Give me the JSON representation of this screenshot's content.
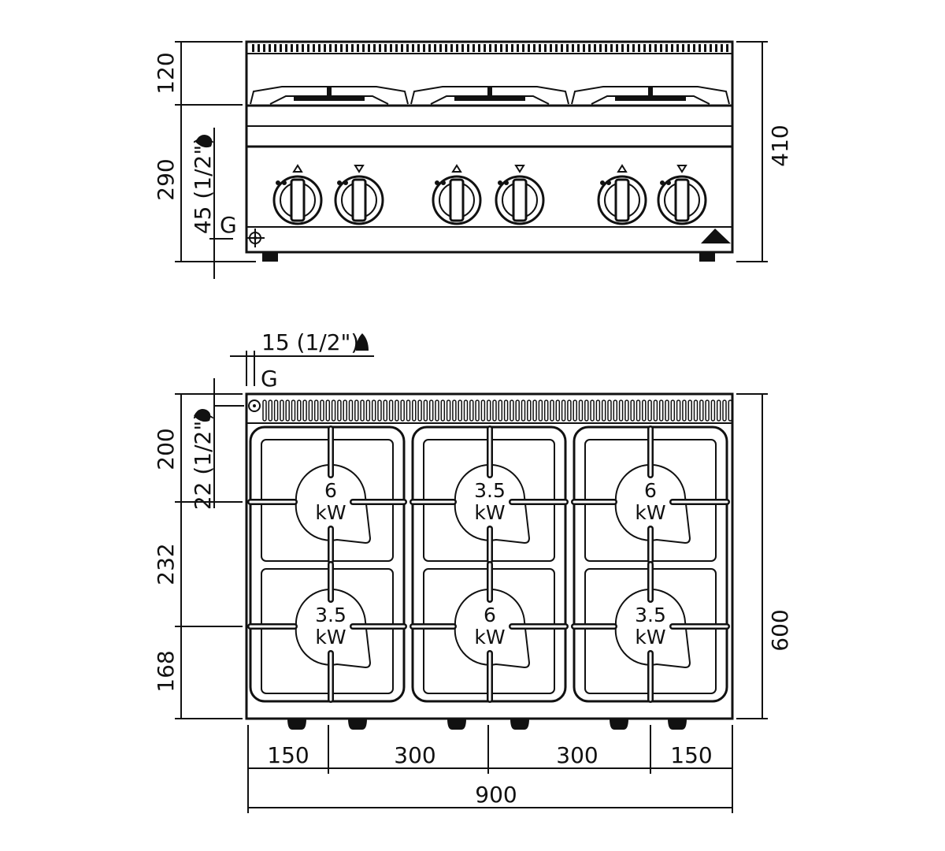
{
  "front_view": {
    "dims_left": {
      "top": "120",
      "bottom": "290"
    },
    "gas_inlet_height": "45 (1/2\")",
    "gas_label": "G",
    "dim_right": "410",
    "knob_count": 6
  },
  "top_view": {
    "gas_offset_top": "15 (1/2\")",
    "gas_label": "G",
    "gas_offset_side": "22 (1/2\")",
    "dims_left": [
      "200",
      "232",
      "168"
    ],
    "dim_right": "600",
    "dims_bottom": [
      "150",
      "300",
      "300",
      "150"
    ],
    "dim_total": "900",
    "burners": [
      {
        "power": "6",
        "unit": "kW"
      },
      {
        "power": "3.5",
        "unit": "kW"
      },
      {
        "power": "6",
        "unit": "kW"
      },
      {
        "power": "3.5",
        "unit": "kW"
      },
      {
        "power": "6",
        "unit": "kW"
      },
      {
        "power": "3.5",
        "unit": "kW"
      }
    ]
  },
  "colors": {
    "line": "#111111",
    "background": "#ffffff"
  }
}
